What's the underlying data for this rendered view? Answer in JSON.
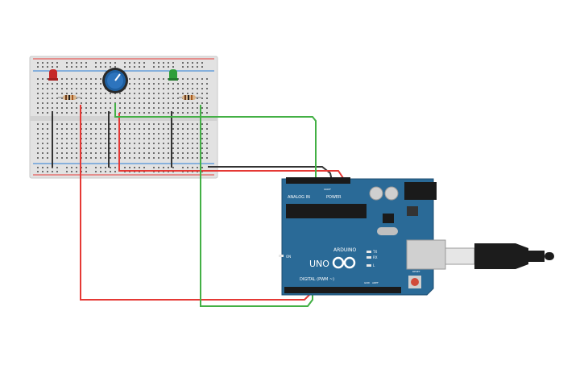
{
  "canvas": {
    "background": "#ffffff"
  },
  "colors": {
    "breadboard": "#e2e2e2",
    "rail_red": "#e53935",
    "rail_blue": "#2a7fd6",
    "wire_red": "#e53935",
    "wire_green": "#43b045",
    "wire_black": "#333333",
    "arduino_blue": "#2a6a97",
    "arduino_edge": "#1d4e72"
  },
  "components": {
    "led_red": {
      "color": "#c62828",
      "name": "red-led"
    },
    "led_green": {
      "color": "#2e9e3a",
      "name": "green-led"
    },
    "potentiometer": {
      "color": "#1e5fa0",
      "name": "potentiometer"
    },
    "resistor_left": {
      "name": "resistor"
    },
    "resistor_right": {
      "name": "resistor"
    },
    "usb_cable": {
      "name": "usb-cable"
    }
  },
  "arduino": {
    "logo_text": "UNO",
    "brand_text": "ARDUINO",
    "analog_label": "ANALOG IN",
    "power_label": "POWER",
    "digital_label": "DIGITAL (PWM ~)",
    "on_label": "ON",
    "tx_label": "TX",
    "rx_label": "RX",
    "l_label": "L",
    "ioref_label": "IOREF",
    "reset_label": "RESET",
    "aref_label": "AREF",
    "gnd_label": "GND"
  }
}
